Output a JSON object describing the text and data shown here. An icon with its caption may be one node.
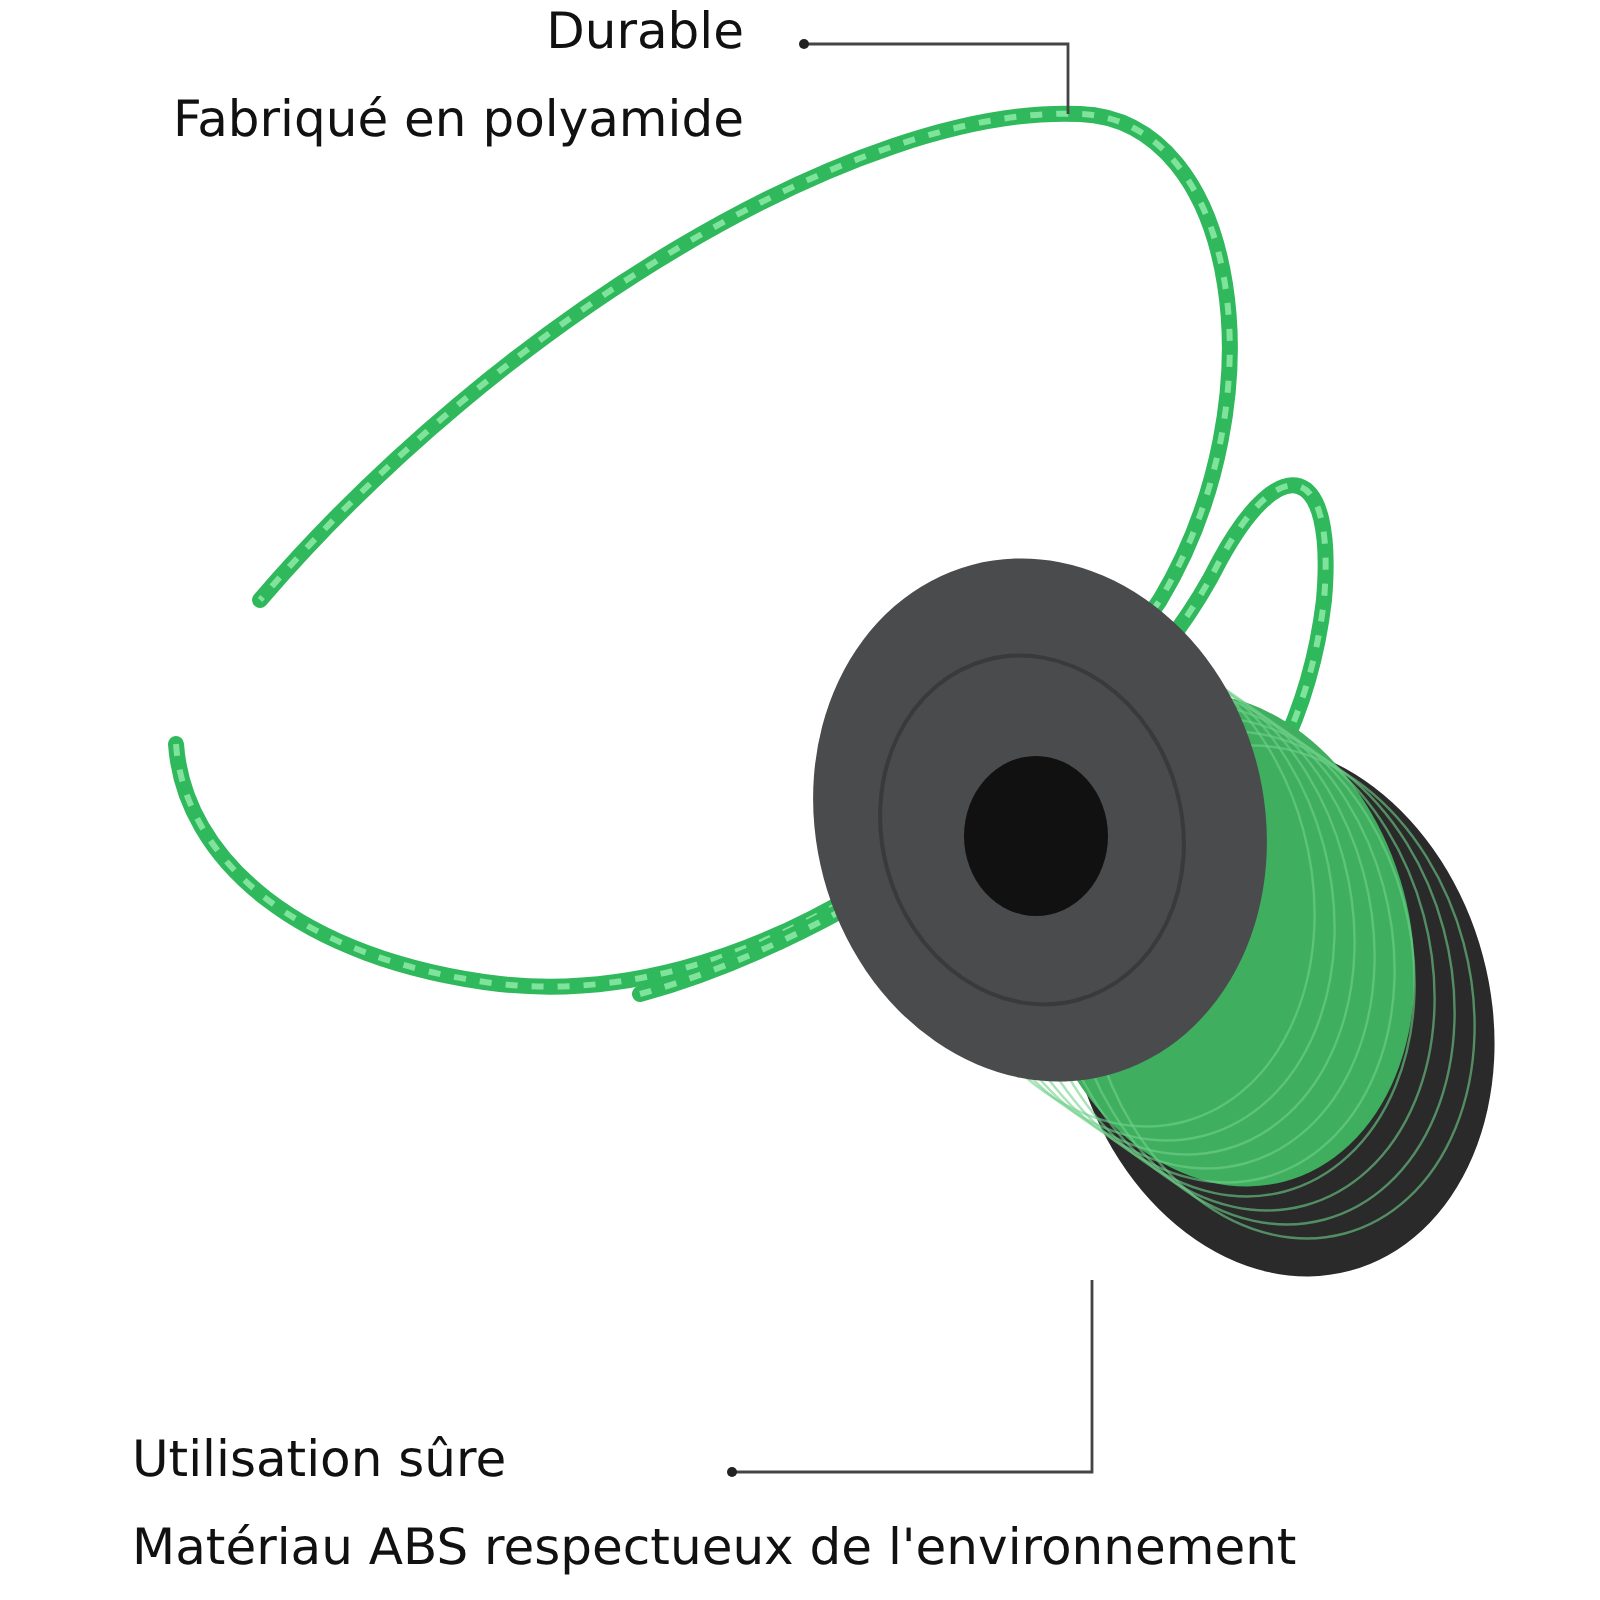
{
  "diagram": {
    "nodes": [
      {
        "text": [
          "Durable",
          "Fabriqué en polyamide"
        ]
      },
      {
        "text": [],
        "shape": "picture"
      },
      {
        "text": [
          "Utilisation sûre",
          "Matériau ABS respectueux de l'environnement"
        ]
      },
      {
        "text": [],
        "shape": "picture"
      }
    ],
    "edges": [
      {
        "from": 0,
        "to": 1,
        "arrow": "other"
      },
      {
        "from": 2,
        "to": 3,
        "arrow": "other"
      }
    ]
  }
}
